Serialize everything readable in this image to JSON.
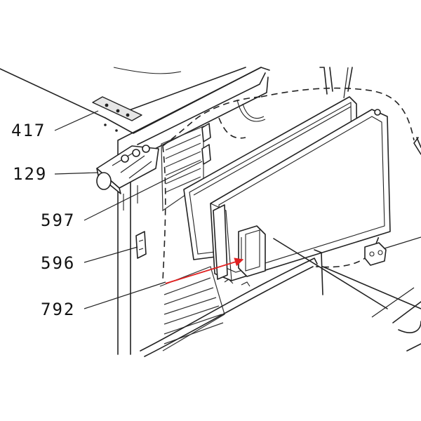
{
  "callouts": {
    "p417": "417",
    "p129": "129",
    "p597": "597",
    "p596": "596",
    "p792": "792"
  },
  "colors": {
    "line": "#222222",
    "arrow": "#e02020",
    "background": "#ffffff"
  }
}
